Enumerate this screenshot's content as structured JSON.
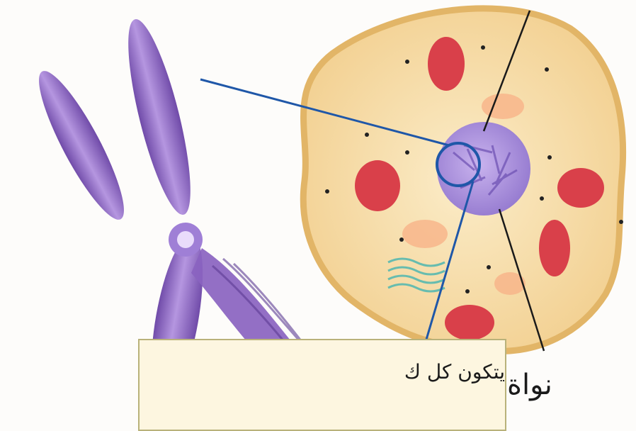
{
  "labels": {
    "nucleus": "نواة",
    "caption": "يتكون كل ك"
  },
  "colors": {
    "chromosome": "#8a63c0",
    "cell_fill": "#f4d9a3",
    "cell_border": "#e2b567",
    "organelle": "#d9404a",
    "nucleus": "#a58ad6",
    "pointer_line": "#1f57a8",
    "leader_line": "#1a1a1a"
  },
  "icons": [
    "chromosome-figure",
    "cell-figure",
    "nucleus-figure",
    "zoom-circle-icon"
  ]
}
